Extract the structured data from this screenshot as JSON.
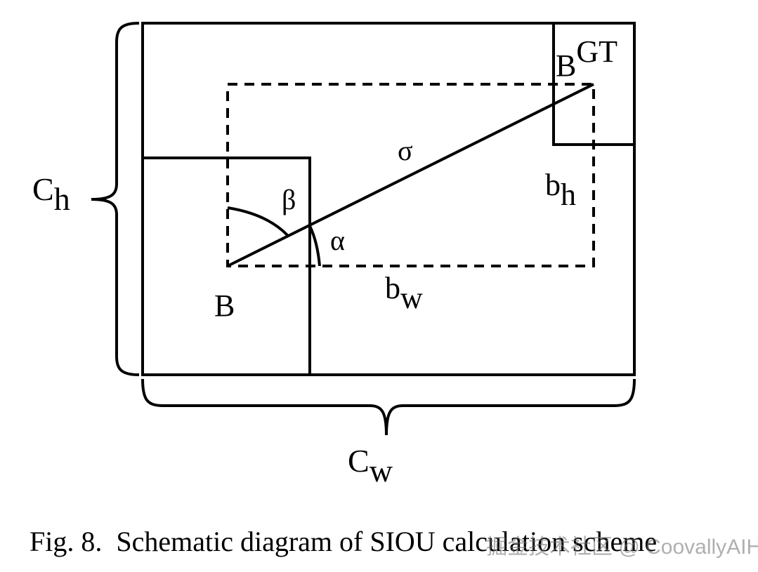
{
  "diagram": {
    "labels": {
      "gt_main": "B",
      "gt_super": "GT",
      "pred": "B",
      "sigma": "σ",
      "alpha": "α",
      "beta": "β",
      "bh_main": "b",
      "bh_sub": "h",
      "bw_main": "b",
      "bw_sub": "w",
      "ch_main": "C",
      "ch_sub": "h",
      "cw_main": "C",
      "cw_sub": "w"
    }
  },
  "caption": {
    "label": "Fig. 8.",
    "text": "Schematic diagram of SIOU calculation scheme"
  },
  "watermark": "掘金技术社区 @ CoovallyAIHub",
  "colors": {
    "stroke": "#000000",
    "background": "#ffffff"
  }
}
